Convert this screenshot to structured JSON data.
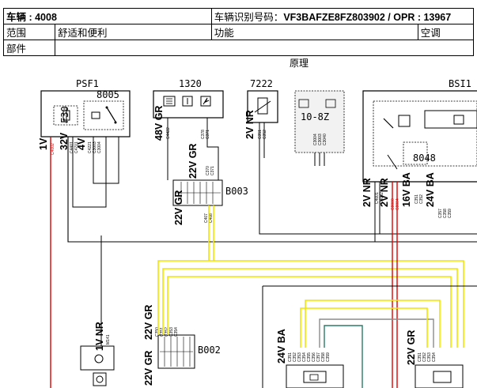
{
  "header": {
    "vehicle_label": "车辆 : 4008",
    "vin_label": "车辆识别号码：",
    "vin_value": "VF3BAFZE8FZ803902 / OPR : 13967",
    "scope_label": "范围",
    "scope_value": "舒适和便利",
    "function_label": "功能",
    "function_value": "空调",
    "part_label": "部件",
    "part_value": ""
  },
  "diagram": {
    "section_title": "原理",
    "components": [
      {
        "id": "PSF1"
      },
      {
        "id": "8005"
      },
      {
        "id": "F30"
      },
      {
        "id": "1320"
      },
      {
        "id": "7222"
      },
      {
        "id": "BSI1"
      },
      {
        "id": "10-8Z"
      },
      {
        "id": "B003"
      },
      {
        "id": "B002"
      },
      {
        "id": "8048"
      }
    ],
    "wire_labels": {
      "psf1_a": "1V",
      "psf1_b": "32V",
      "psf1_c": "4V",
      "e1320_a": "48V GR",
      "e1320_b": "22V GR",
      "b003_a": "22V GR",
      "e7222_a": "2V NR",
      "bsi_a": "2V NR",
      "bsi_b": "2V NR",
      "bsi_c": "16V BA",
      "bsi_d": "24V BA",
      "b002_a": "1V NR",
      "b002_b": "22V GR",
      "b002_c": "22V GR",
      "bot_a": "24V BA",
      "bot_b": "22V GR"
    },
    "pin_codes": {
      "psf1_red": "C4002",
      "psf1_a": "C4401",
      "psf1_b": "C4701",
      "psf1_c": "C4221",
      "psf1_d": "C3003",
      "psf1_e": "C3004",
      "e1320_a": "C4422",
      "e1320_b": "C378",
      "e1320_c": "C371",
      "b003_a": "C370",
      "b003_b": "C371",
      "b003_c": "C407",
      "b003_d": "C408",
      "e7222_a": "C351",
      "e7222_b": "C352",
      "dash_a": "C3004",
      "dash_b": "C3003",
      "dash_c": "C3040",
      "bsi_a": "C4001",
      "bsi_b": "C4002",
      "bsi_red1": "C8000",
      "bsi_red2": "C8004",
      "bsi_c": "C351",
      "bsi_d": "C352",
      "bsi_e": "C357",
      "bsi_f": "C358",
      "bsi_g": "C359",
      "b002_gnd": "M141",
      "b002_p1": "C350",
      "b002_p2": "C351",
      "b002_p3": "C352",
      "b002_p4": "C353",
      "b002_p5": "C354",
      "bot_p1": "C351",
      "bot_p2": "C352",
      "bot_p3": "C353",
      "bot_p4": "C354",
      "bot_p5": "C355",
      "bot_p6": "C356",
      "bot_p7": "C357",
      "bot_p8": "C358",
      "bot_p9": "C359",
      "bot_q1": "C351",
      "bot_q2": "C352",
      "bot_q3": "C353",
      "bot_q4": "C354"
    }
  },
  "colors": {
    "wire_black": "#000000",
    "wire_red": "#e00000",
    "wire_yellow": "#f2e400",
    "wire_grey": "#8c8c8c",
    "wire_teal": "#2a7a6a"
  }
}
